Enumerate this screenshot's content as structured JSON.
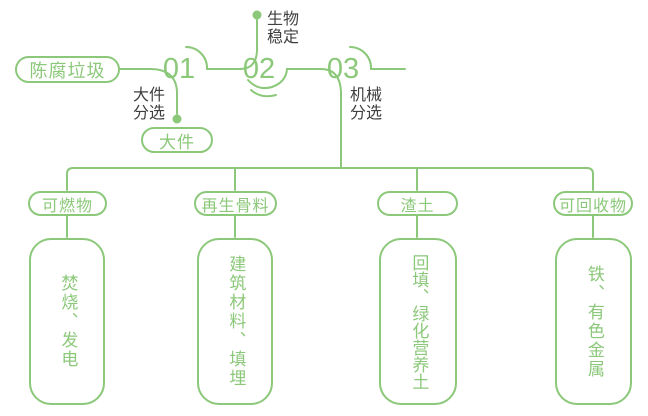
{
  "colors": {
    "accent_green": "#8CC87A",
    "text_dark": "#3F3F3F",
    "background": "#FFFFFF"
  },
  "source": {
    "label": "陈腐垃圾"
  },
  "steps": [
    {
      "num": "01",
      "process": "大件分选",
      "output": "大件"
    },
    {
      "num": "02",
      "process": "生物稳定"
    },
    {
      "num": "03",
      "process": "机械分选"
    }
  ],
  "categories": [
    {
      "name": "可燃物",
      "disposal": "焚烧、发电"
    },
    {
      "name": "再生骨料",
      "disposal": "建筑材料、填埋"
    },
    {
      "name": "渣土",
      "disposal": "回填、绿化营养土"
    },
    {
      "name": "可回收物",
      "disposal": "铁、有色金属"
    }
  ]
}
